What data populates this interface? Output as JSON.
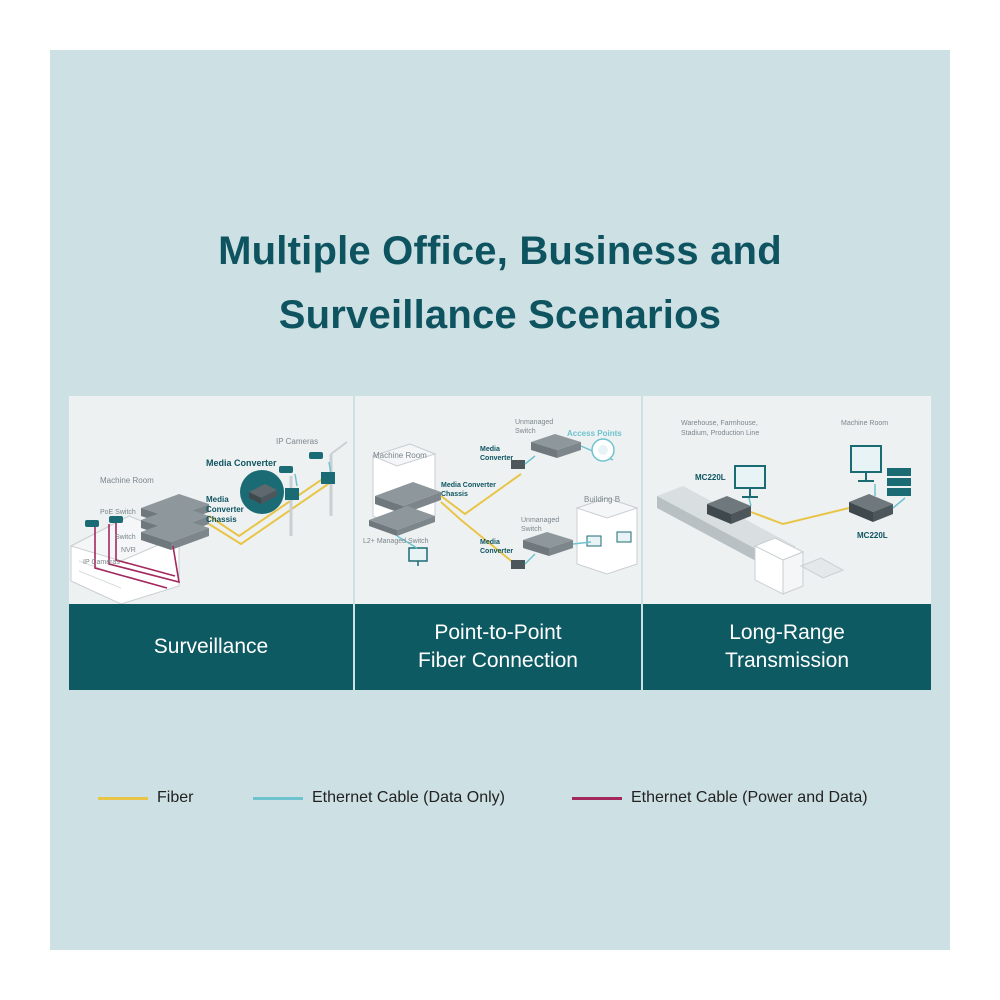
{
  "title": {
    "line1": "Multiple Office, Business and",
    "line2": "Surveillance Scenarios"
  },
  "colors": {
    "background": "#cde0e3",
    "title": "#0e5460",
    "label_bar": "#0e5a63",
    "fiber": "#e8c547",
    "ethernet_data": "#6ec3cf",
    "ethernet_power": "#a3285e",
    "device_teal": "#1b6b75"
  },
  "scenarios": [
    {
      "label": "Surveillance",
      "diagram": {
        "ip_cameras": "IP Cameras",
        "media_converter": "Media Converter",
        "machine_room": "Machine Room",
        "chassis_line1": "Media",
        "chassis_line2": "Converter",
        "chassis_line3": "Chassis",
        "poe_switch": "PoE Switch",
        "switch": "Switch",
        "nvr": "NVR",
        "ip_cameras_left": "IP Cameras"
      }
    },
    {
      "label_line1": "Point-to-Point",
      "label_line2": "Fiber Connection",
      "diagram": {
        "unmanaged_switch_top_1": "Unmanaged",
        "unmanaged_switch_top_2": "Switch",
        "access_points": "Access Points",
        "machine_room": "Machine Room",
        "media_converter_top_1": "Media",
        "media_converter_top_2": "Converter",
        "chassis_line1": "Media Converter",
        "chassis_line2": "Chassis",
        "building_b": "Building B",
        "unmanaged_switch_bottom_1": "Unmanaged",
        "unmanaged_switch_bottom_2": "Switch",
        "l2_managed_switch": "L2+ Managed Switch",
        "media_converter_bottom_1": "Media",
        "media_converter_bottom_2": "Converter"
      }
    },
    {
      "label_line1": "Long-Range",
      "label_line2": "Transmission",
      "diagram": {
        "warehouse_1": "Warehouse, Farmhouse,",
        "warehouse_2": "Stadium, Production Line",
        "machine_room": "Machine Room",
        "mc220l_left": "MC220L",
        "mc220l_right": "MC220L"
      }
    }
  ],
  "legend": [
    {
      "label": "Fiber",
      "color": "#e8c547"
    },
    {
      "label": "Ethernet Cable (Data Only)",
      "color": "#6ec3cf"
    },
    {
      "label": "Ethernet Cable (Power and Data)",
      "color": "#a3285e"
    }
  ]
}
